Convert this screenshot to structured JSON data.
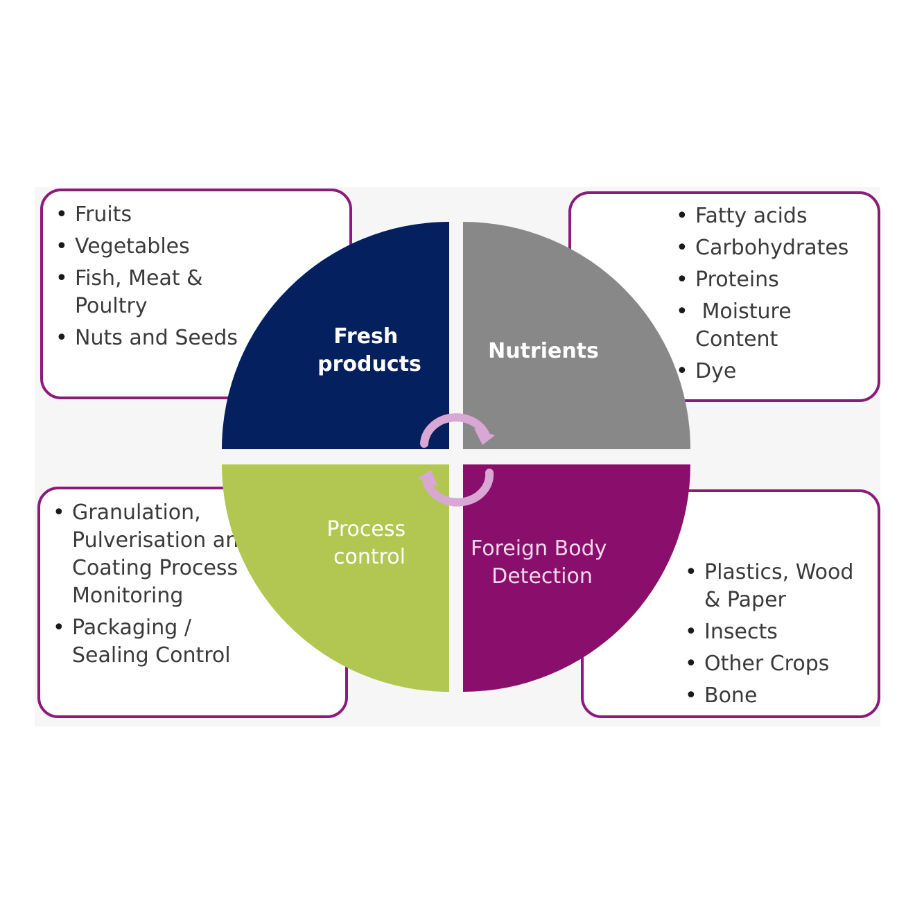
{
  "quadrants": {
    "top_left": {
      "label": [
        "Fresh",
        "products"
      ],
      "color": "#04205f",
      "text_color": "#ffffff"
    },
    "top_right": {
      "label": [
        "Nutrients"
      ],
      "color": "#888888",
      "text_color": "#ffffff"
    },
    "bottom_left": {
      "label": [
        "Process",
        "control"
      ],
      "color": "#b1c752",
      "text_color": "#ffffff"
    },
    "bottom_right": {
      "label": [
        "Foreign Body",
        "Detection"
      ],
      "color": "#8a0e6c",
      "text_color": "#f3d8ea"
    }
  },
  "boxes": {
    "top_left": {
      "items": [
        "Fruits",
        "Vegetables",
        "Fish, Meat &\nPoultry",
        "Nuts and Seeds"
      ]
    },
    "top_right": {
      "items": [
        "Fatty acids",
        "Carbohydrates",
        "Proteins",
        " Moisture\nContent",
        "Dye"
      ]
    },
    "bottom_left": {
      "items": [
        "Granulation,\nPulverisation an\nCoating Process\nMonitoring",
        "Packaging /\nSealing Control"
      ]
    },
    "bottom_right": {
      "items": [
        "Plastics, Wood\n& Paper",
        "Insects",
        "Other Crops",
        "Bone"
      ]
    }
  },
  "colors": {
    "border": "#8c1a7c",
    "arrow": "#d9a7d3"
  },
  "icons": {
    "cycle": "cycle-arrows-icon"
  }
}
